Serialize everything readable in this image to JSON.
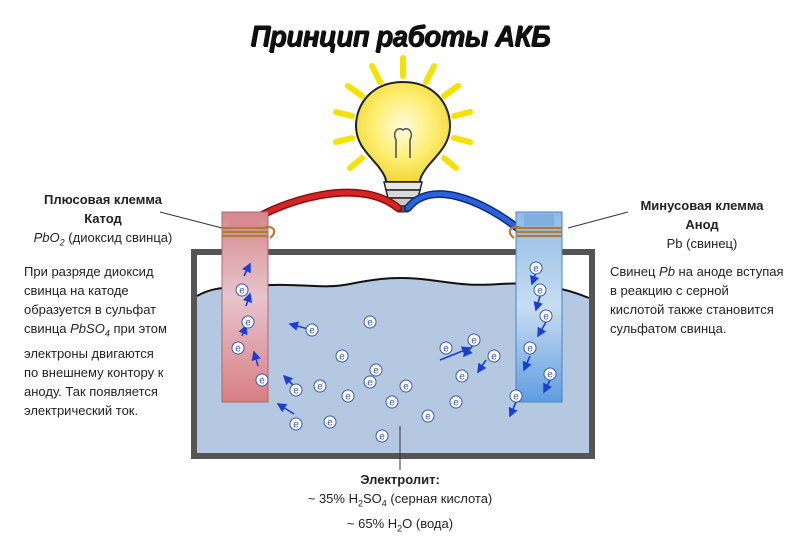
{
  "title": "Принцип работы АКБ",
  "cathode": {
    "line1": "Плюсовая клемма",
    "line2": "Катод",
    "formula": "PbO",
    "formula_sub": "2",
    "formula_desc": "(диоксид свинца)"
  },
  "anode": {
    "line1": "Минусовая клемма",
    "line2": "Анод",
    "formula": "Pb (свинец)"
  },
  "left_text": {
    "l1": "При разряде диоксид",
    "l2": "свинца на катоде",
    "l3": "образуется в сульфат",
    "l4a": "свинца ",
    "l4b": "PbSO",
    "l4sub": "4",
    "l4c": " при этом",
    "l5": "электроны двигаются",
    "l6": "по внешнему контору к",
    "l7": "аноду. Так появляется",
    "l8": "электрический ток."
  },
  "right_text": {
    "l1a": "Свинец ",
    "l1b": "Pb",
    "l1c": " на аноде вступая",
    "l2": "в реакцию с серной",
    "l3": "кислотой также становится",
    "l4": "сульфатом свинца."
  },
  "electrolyte": {
    "title": "Электролит:",
    "l1a": "~ 35% H",
    "l1sub1": "2",
    "l1b": "SO",
    "l1sub2": "4",
    "l1c": " (серная кислота)",
    "l2a": "~ 65% H",
    "l2sub": "2",
    "l2b": "O (вода)"
  },
  "electron_symbol": "e",
  "colors": {
    "cathode": "#d98a8a",
    "anode": "#7fb0e0",
    "electrolyte": "#b4c8e2",
    "wire_red": "#c81e1e",
    "wire_blue": "#1e4fc8",
    "arrow": "#1a3fd6",
    "bulb": "#ffe866",
    "rays": "#f5e200"
  }
}
